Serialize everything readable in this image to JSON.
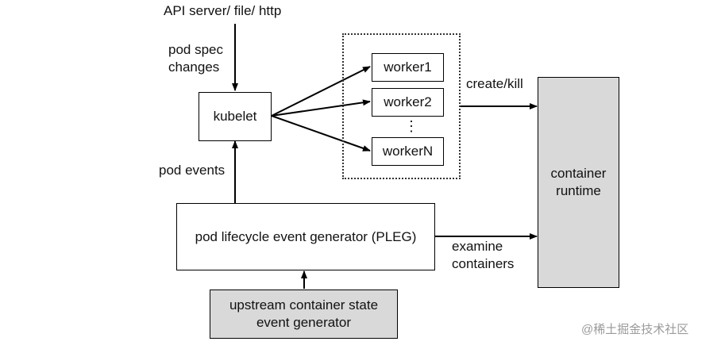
{
  "nodes": {
    "kubelet": "kubelet",
    "worker1": "worker1",
    "worker2": "worker2",
    "workerN": "workerN",
    "runtime_line1": "container",
    "runtime_line2": "runtime",
    "pleg": "pod lifecycle event generator (PLEG)",
    "upstream_line1": "upstream container state",
    "upstream_line2": "event generator"
  },
  "labels": {
    "source": "API server/ file/ http",
    "spec_line1": "pod spec",
    "spec_line2": "changes",
    "pod_events": "pod events",
    "create_kill": "create/kill",
    "examine_line1": "examine",
    "examine_line2": "containers",
    "ellipsis": "⋮"
  },
  "watermark": "@稀土掘金技术社区",
  "colors": {
    "grey_fill": "#d9d9d9",
    "line": "#000000"
  }
}
